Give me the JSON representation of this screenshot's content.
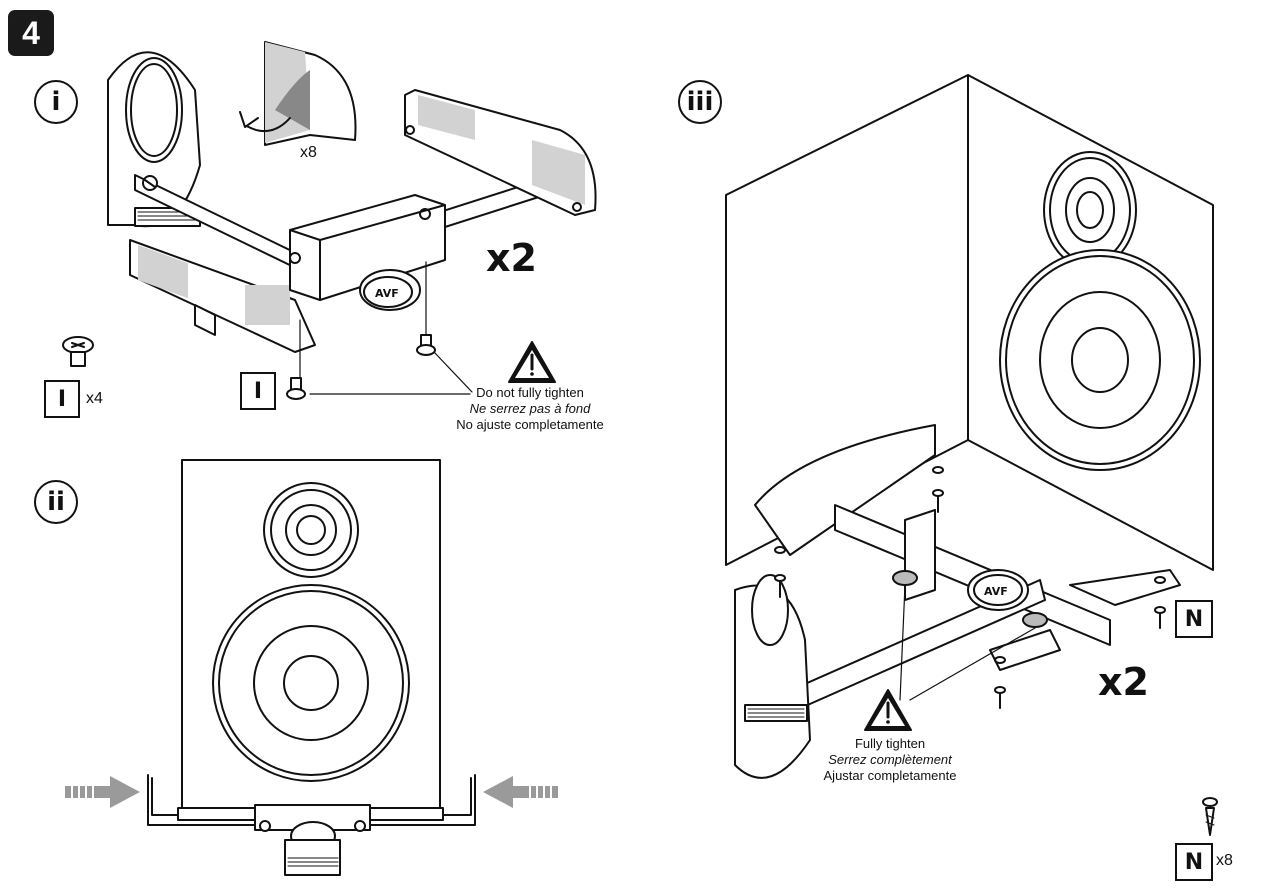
{
  "step": {
    "number": "4"
  },
  "panels": {
    "i": {
      "label": "i",
      "peel_qty": "x8",
      "part_code": "I",
      "screw_qty": "x4",
      "bracket_qty": "x2",
      "warning": {
        "en": "Do not fully tighten",
        "fr": "Ne serrez pas à fond",
        "es": "No ajuste completamente"
      }
    },
    "ii": {
      "label": "ii"
    },
    "iii": {
      "label": "iii",
      "part_code": "N",
      "bracket_qty": "x2",
      "warning": {
        "en": "Fully tighten",
        "fr": "Serrez complètement",
        "es": "Ajustar completamente"
      }
    },
    "hardware_n": {
      "part_code": "N",
      "qty": "x8"
    }
  },
  "icons": [
    "warning-icon",
    "screw-icon",
    "wood-screw-icon",
    "arrow-icon",
    "peel-arrow-icon",
    "brand-logo-icon"
  ],
  "colors": {
    "ink": "#111111",
    "pad_gray": "#d2d2d2",
    "arrow_gray": "#9a9a9a",
    "badge": "#1a1a1a"
  }
}
